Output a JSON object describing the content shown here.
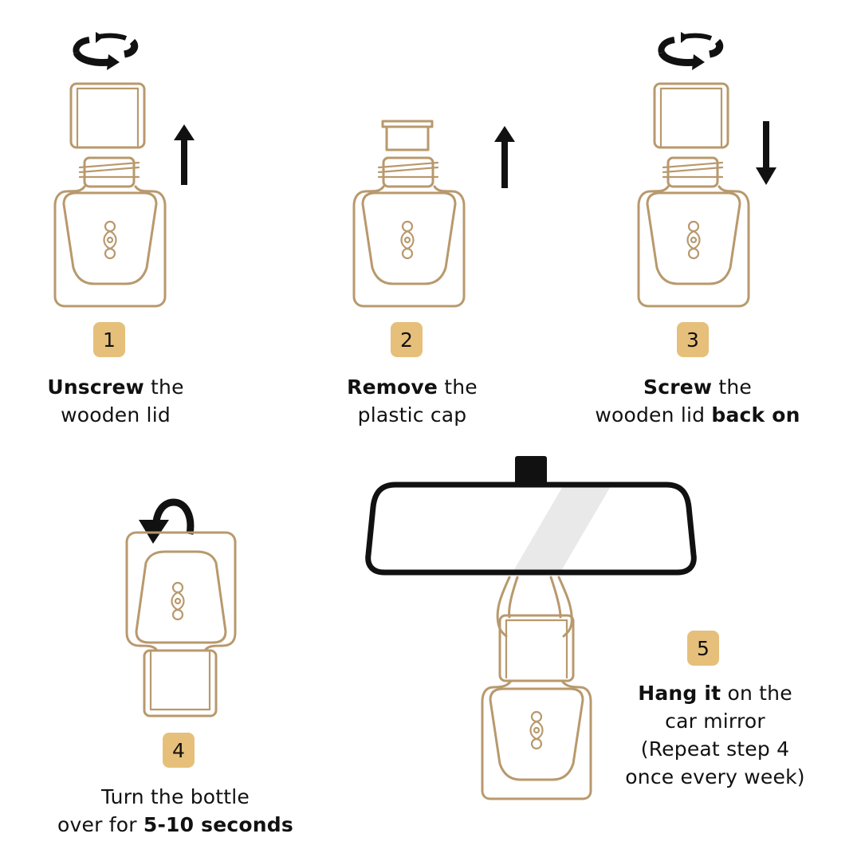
{
  "colors": {
    "gold_line": "#b8996d",
    "badge_bg": "#e6c07a",
    "icon_black": "#111111",
    "mirror_glare": "#e9e9e9",
    "background": "#ffffff"
  },
  "steps": [
    {
      "number": "1",
      "caption_bold": "Unscrew",
      "caption_rest_line1": " the",
      "caption_line2": "wooden lid",
      "icons": [
        "rotate-icon",
        "arrow-up-icon"
      ]
    },
    {
      "number": "2",
      "caption_bold": "Remove",
      "caption_rest_line1": " the",
      "caption_line2": "plastic cap",
      "icons": [
        "arrow-up-icon"
      ]
    },
    {
      "number": "3",
      "caption_bold": "Screw",
      "caption_rest_line1": " the",
      "caption_line2_plain": "wooden lid ",
      "caption_line2_bold": "back on",
      "icons": [
        "rotate-icon",
        "arrow-down-icon"
      ]
    },
    {
      "number": "4",
      "caption_line1": "Turn the bottle",
      "caption_line2_plain": "over for ",
      "caption_line2_bold": "5-10 seconds",
      "icons": [
        "flip-arrow-icon"
      ]
    },
    {
      "number": "5",
      "caption_bold": "Hang it",
      "caption_rest_line1": " on the",
      "caption_line2": "car mirror",
      "caption_line3": "(Repeat step 4",
      "caption_line4": "once every week)",
      "icons": [
        "car-mirror-icon"
      ]
    }
  ]
}
